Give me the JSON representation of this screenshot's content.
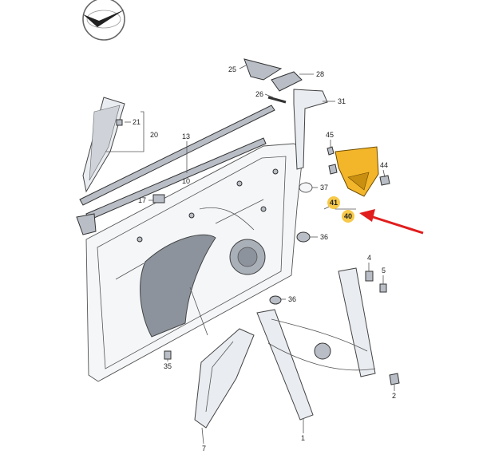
{
  "colors": {
    "highlight_part": "#f3b62a",
    "callout_badge": "#f7c948",
    "arrow": "#e11d1d",
    "outline": "#444444",
    "part_fill": "#e9ecf0"
  },
  "icons": {
    "logo": "checkmark-logo-icon",
    "arrow": "red-arrow-icon"
  },
  "callouts": {
    "c1": "1",
    "c2": "2",
    "c4": "4",
    "c5": "5",
    "c7": "7",
    "c10": "10",
    "c13": "13",
    "c17": "17",
    "c20": "20",
    "c21": "21",
    "c25": "25",
    "c26": "26",
    "c28": "28",
    "c31": "31",
    "c35": "35",
    "c36a": "36",
    "c36b": "36",
    "c37": "37",
    "c40": "40",
    "c41": "41",
    "c44": "44",
    "c45": "45"
  }
}
